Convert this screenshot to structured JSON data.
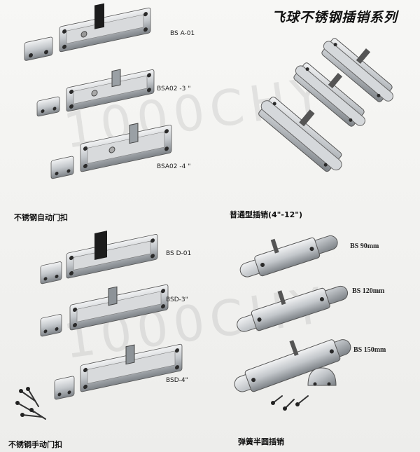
{
  "title": "飞球不锈钢插销系列",
  "labels": {
    "bsa01": "BS A-01",
    "bsa02_3": "BSA02 -3 \"",
    "bsa02_4": "BSA02 -4 \"",
    "bsd01": "BS D-01",
    "bsd3": "BSD-3\"",
    "bsd4": "BSD-4\"",
    "bs90": "BS 90mm",
    "bs120": "BS 120mm",
    "bs150": "BS 150mm"
  },
  "categories": {
    "auto_latch": "不锈钢自动门扣",
    "standard_bolt": "普通型插销(4\"-12\")",
    "manual_latch": "不锈钢手动门扣",
    "spring_bolt": "弹簧半圆插销"
  },
  "watermark": "1000CHY",
  "colors": {
    "metal_light": "#e4e6e8",
    "metal_mid": "#b8bcc0",
    "metal_dark": "#6e7378",
    "hole": "#2a2a2a",
    "knob": "#1c1c1c"
  }
}
